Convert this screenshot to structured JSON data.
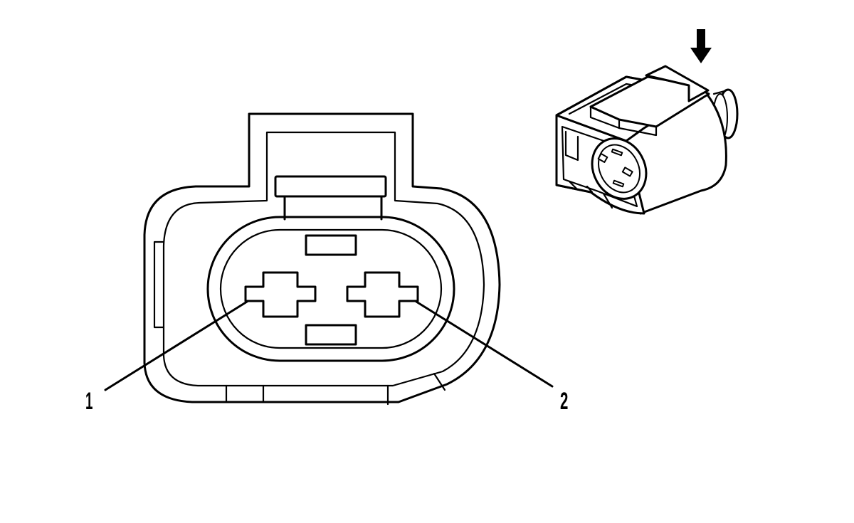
{
  "pins": [
    {
      "id": "pin-1",
      "label": "1"
    },
    {
      "id": "pin-2",
      "label": "2"
    }
  ],
  "colors": {
    "line": "#000000",
    "background": "#ffffff"
  },
  "icons": {
    "view_arrow": "arrow-down-icon"
  }
}
